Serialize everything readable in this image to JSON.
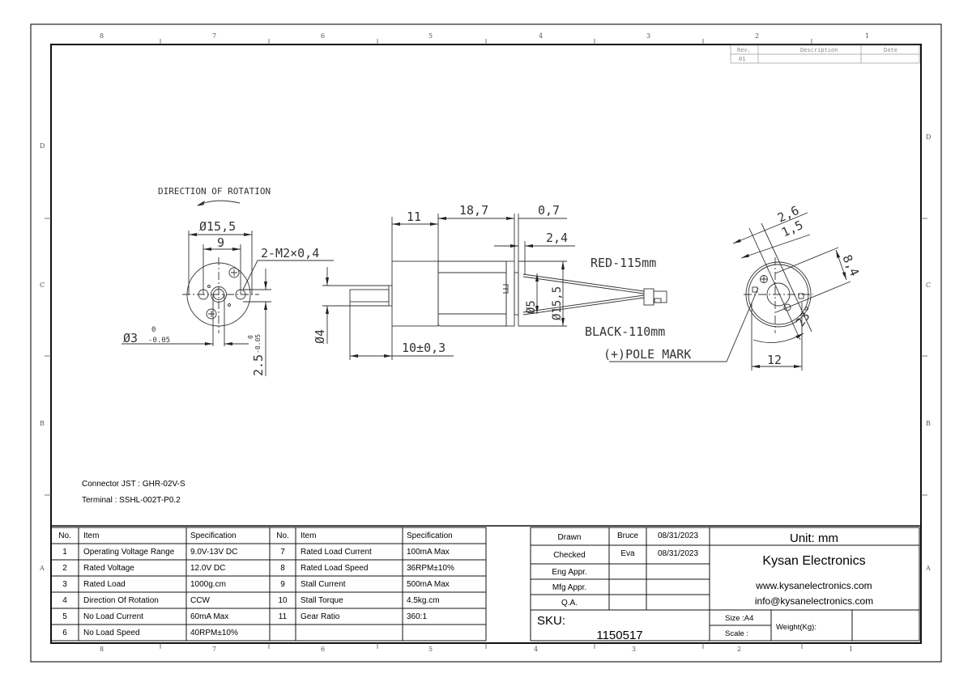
{
  "zones": {
    "columns": [
      "8",
      "7",
      "6",
      "5",
      "4",
      "3",
      "2",
      "1"
    ],
    "rows": [
      "D",
      "C",
      "B",
      "A"
    ]
  },
  "revision_table": {
    "headers": [
      "Rev.",
      "Description",
      "Date"
    ],
    "rows": [
      [
        "01",
        "",
        ""
      ]
    ]
  },
  "drawing": {
    "front_view": {
      "direction_label": "DIRECTION OF ROTATION",
      "dia_outer": "Ø15,5",
      "hole_spacing": "9",
      "screw_holes": "2-M2×0,4",
      "shaft_dia": "Ø3",
      "shaft_tol_upper": "0",
      "shaft_tol_lower": "-0.05",
      "flat": "2.5",
      "flat_tol_upper": "0",
      "flat_tol_lower": "-0.05"
    },
    "side_view": {
      "gearbox_len": "11",
      "motor_len": "18,7",
      "rear_len": "0,7",
      "terminal_len": "2,4",
      "shaft_dim": "Ø4",
      "shaft_len": "10±0,3",
      "inner_dia": "Ø5",
      "body_dia": "Ø15,5",
      "red_wire": "RED-115mm",
      "black_wire": "BLACK-110mm",
      "pole_mark": "(+)POLE MARK"
    },
    "rear_view": {
      "dim_a": "2,6",
      "dim_b": "1,5",
      "dim_c": "8,4",
      "angle": "23°",
      "width": "12"
    }
  },
  "connector_note": {
    "connector": "Connector  JST : GHR-02V-S",
    "terminal": "Terminal : SSHL-002T-P0.2"
  },
  "spec_table": {
    "headers": [
      "No.",
      "Item",
      "Specification",
      "No.",
      "Item",
      "Specification"
    ],
    "rows": [
      [
        "1",
        "Operating Voltage Range",
        "9.0V-13V DC",
        "7",
        "Rated Load Current",
        "100mA Max"
      ],
      [
        "2",
        "Rated Voltage",
        "12.0V DC",
        "8",
        "Rated Load Speed",
        "36RPM±10%"
      ],
      [
        "3",
        "Rated Load",
        "1000g.cm",
        "9",
        "Stall Current",
        "500mA Max"
      ],
      [
        "4",
        "Direction Of Rotation",
        "CCW",
        "10",
        "Stall Torque",
        "4.5kg.cm"
      ],
      [
        "5",
        "No Load Current",
        "60mA Max",
        "11",
        "Gear Ratio",
        "360:1"
      ],
      [
        "6",
        "No Load Speed",
        "40RPM±10%",
        "",
        "",
        ""
      ]
    ]
  },
  "title_block": {
    "approvals": [
      {
        "role": "Drawn",
        "name": "Bruce",
        "date": "08/31/2023"
      },
      {
        "role": "Checked",
        "name": "Eva",
        "date": "08/31/2023"
      },
      {
        "role": "Eng Appr.",
        "name": "",
        "date": ""
      },
      {
        "role": "Mfg Appr.",
        "name": "",
        "date": ""
      },
      {
        "role": "Q.A.",
        "name": "",
        "date": ""
      }
    ],
    "unit": "Unit: mm",
    "company": "Kysan Electronics",
    "website": "www.kysanelectronics.com",
    "email": "info@kysanelectronics.com",
    "sku_label": "SKU:",
    "sku": "1150517",
    "size": "Size :A4",
    "scale": "Scale :",
    "weight": "Weight(Kg):"
  }
}
